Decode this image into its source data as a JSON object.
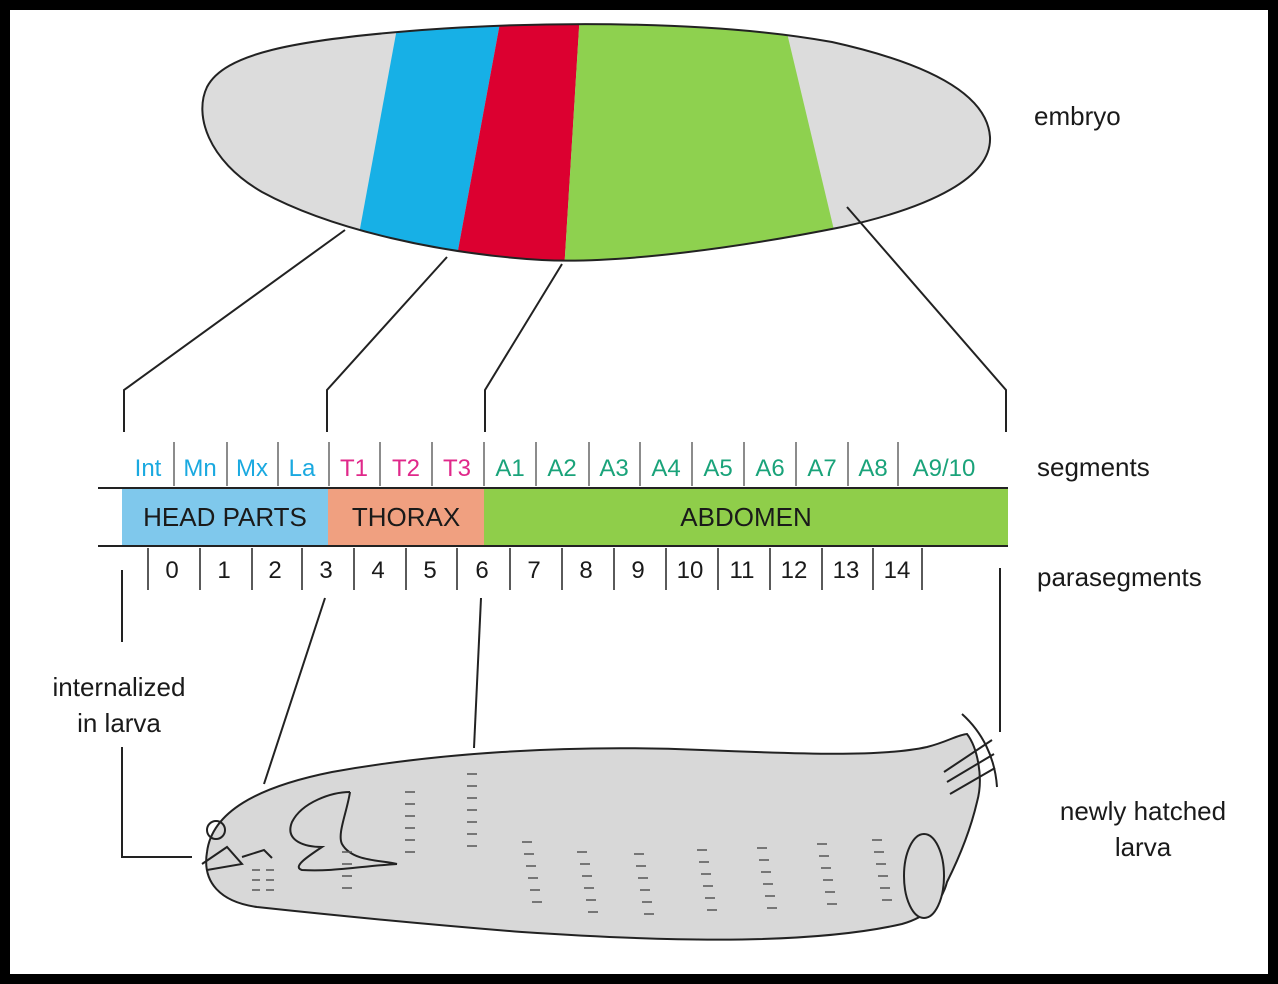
{
  "labels": {
    "embryo": "embryo",
    "segments": "segments",
    "parasegments": "parasegments",
    "internalized_line1": "internalized",
    "internalized_line2": "in larva",
    "larva_line1": "newly hatched",
    "larva_line2": "larva"
  },
  "regions": {
    "head": "HEAD PARTS",
    "thorax": "THORAX",
    "abdomen": "ABDOMEN"
  },
  "segments": [
    {
      "label": "Int",
      "group": "head"
    },
    {
      "label": "Mn",
      "group": "head"
    },
    {
      "label": "Mx",
      "group": "head"
    },
    {
      "label": "La",
      "group": "head"
    },
    {
      "label": "T1",
      "group": "thorax"
    },
    {
      "label": "T2",
      "group": "thorax"
    },
    {
      "label": "T3",
      "group": "thorax"
    },
    {
      "label": "A1",
      "group": "abdomen"
    },
    {
      "label": "A2",
      "group": "abdomen"
    },
    {
      "label": "A3",
      "group": "abdomen"
    },
    {
      "label": "A4",
      "group": "abdomen"
    },
    {
      "label": "A5",
      "group": "abdomen"
    },
    {
      "label": "A6",
      "group": "abdomen"
    },
    {
      "label": "A7",
      "group": "abdomen"
    },
    {
      "label": "A8",
      "group": "abdomen"
    },
    {
      "label": "A9/10",
      "group": "abdomen"
    }
  ],
  "parasegments": [
    "0",
    "1",
    "2",
    "3",
    "4",
    "5",
    "6",
    "7",
    "8",
    "9",
    "10",
    "11",
    "12",
    "13",
    "14"
  ],
  "colors": {
    "head_text": "#1aa9e0",
    "thorax_text": "#e0288a",
    "abdomen_text": "#1aa37a",
    "head_band": "#7fc8ec",
    "thorax_band": "#f0a080",
    "abdomen_band": "#8fce4a",
    "embryo_blue": "#17b0e6",
    "embryo_red": "#dc0030",
    "embryo_green": "#8ed14f",
    "embryo_grey": "#dcdcdc",
    "larva_grey": "#d8d8d8"
  }
}
